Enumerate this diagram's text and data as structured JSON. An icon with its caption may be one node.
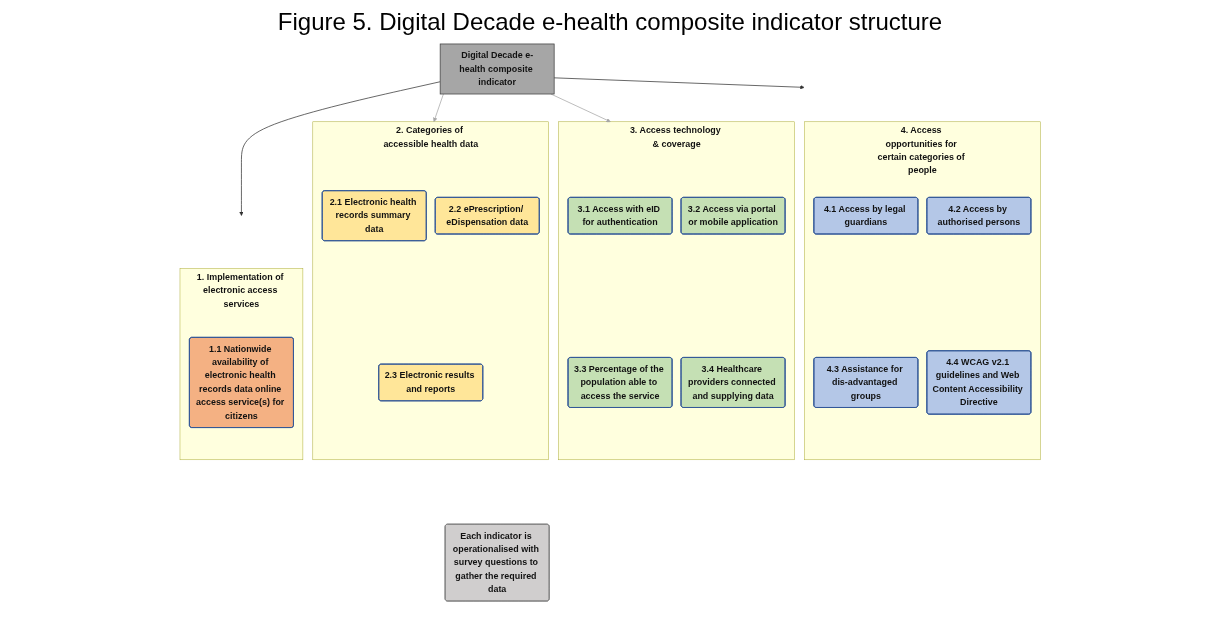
{
  "diagram": {
    "title": "Figure 5. Digital Decade e-health composite indicator structure",
    "nodes": [
      {
        "text": [
          "Digital Decade e-health composite indicator"
        ]
      },
      {
        "text": [
          "1. Implementation of electronic access services"
        ]
      },
      {
        "text": [
          "1.1 Nationwide availability of electronic health records data online access service(s) for citizens"
        ],
        "in": 1
      },
      {
        "text": [
          "2. Categories of accessible health data"
        ]
      },
      {
        "text": [
          "2.1 Electronic health records summary data"
        ],
        "in": 3
      },
      {
        "text": [
          "2.2 ePrescription/ eDispensation data"
        ],
        "in": 3
      },
      {
        "text": [
          "2.3 Electronic results and reports"
        ],
        "in": 3
      },
      {
        "text": [
          "3. Access technology & coverage"
        ]
      },
      {
        "text": [
          "3.1 Access with eID for authentication"
        ],
        "in": 7
      },
      {
        "text": [
          "3.2 Access via portal or mobile application"
        ],
        "in": 7
      },
      {
        "text": [
          "3.3 Percentage of the population able to access the service"
        ],
        "in": 7
      },
      {
        "text": [
          "3.4 Healthcare providers connected and supplying data"
        ],
        "in": 7
      },
      {
        "text": [
          "4. Access opportunities for certain categories of people"
        ]
      },
      {
        "text": [
          "4.1 Access by legal guardians"
        ],
        "in": 12
      },
      {
        "text": [
          "4.2 Access by authorised persons"
        ],
        "in": 12
      },
      {
        "text": [
          "4.3 Assistance for dis-advantaged groups"
        ],
        "in": 12
      },
      {
        "text": [
          "4.4 WCAG v2.1 guidelines and Web Content Accessibility Directive"
        ],
        "in": 12
      },
      {
        "text": [
          "Each indicator is operationalised with survey questions to gather the required data"
        ]
      }
    ],
    "edges": [
      {
        "from": 0,
        "to": 1,
        "arrow": "to"
      },
      {
        "from": 0,
        "to": 3,
        "arrow": "to",
        "color": "#a6a6a6"
      },
      {
        "from": 0,
        "to": 7,
        "arrow": "to",
        "color": "#a6a6a6"
      },
      {
        "from": 0,
        "to": 12,
        "arrow": "to"
      }
    ]
  }
}
